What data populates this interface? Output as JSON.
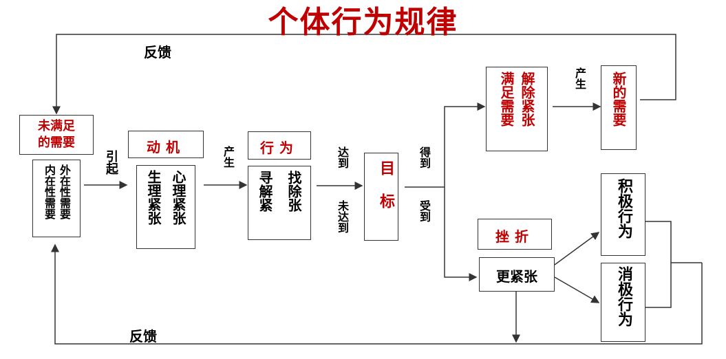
{
  "title": "个体行为规律",
  "feedback_top": "反馈",
  "feedback_bottom": "反馈",
  "unmet_need": "未满足\n的需要",
  "need_types": {
    "outer": "外在性需要",
    "inner": "内在性需要"
  },
  "motive": "动机",
  "tension": {
    "psych": "心理紧张",
    "physio": "生理紧张"
  },
  "behavior": "行为",
  "seek": {
    "find": "找除张",
    "solve": "寻解紧"
  },
  "goal": "目标",
  "arrow_labels": {
    "yinqi": "引起",
    "chansheng1": "产生",
    "dadao": "达到",
    "weidadao": "未达到",
    "dedao": "得到",
    "shoudao": "受到",
    "chansheng2": "产生"
  },
  "satisfied": {
    "right": "解除紧张",
    "left": "满足需要"
  },
  "new_need": "新的需要",
  "frustration": "挫折",
  "more_tension": "更紧张",
  "positive": "积极行为",
  "negative": "消极行为",
  "colors": {
    "accent_red": "#c00000",
    "line": "#333333"
  }
}
